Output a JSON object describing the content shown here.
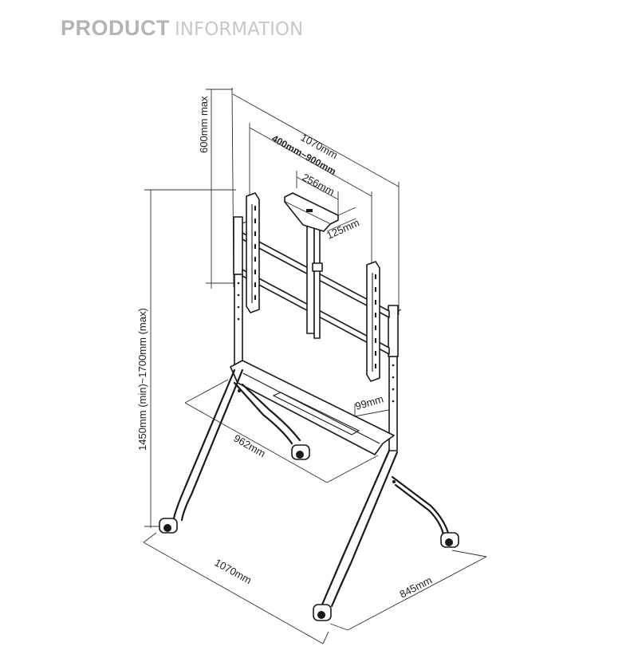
{
  "header": {
    "title_bold": "PRODUCT",
    "title_light": "INFORMATION"
  },
  "dimensions": {
    "top_width": "1070mm",
    "vesa_range": "400mm~900mm",
    "shelf_width": "256mm",
    "shelf_depth": "125mm",
    "height_range": "600mm max",
    "total_height": "1450mm (min)~1700mm (max)",
    "tray_depth": "99mm",
    "tray_width": "962mm",
    "base_width": "1070mm",
    "base_depth": "845mm"
  },
  "colors": {
    "header_bold": "#b4b4b4",
    "header_light": "#c8c8c8",
    "line": "#1a1a1a"
  }
}
